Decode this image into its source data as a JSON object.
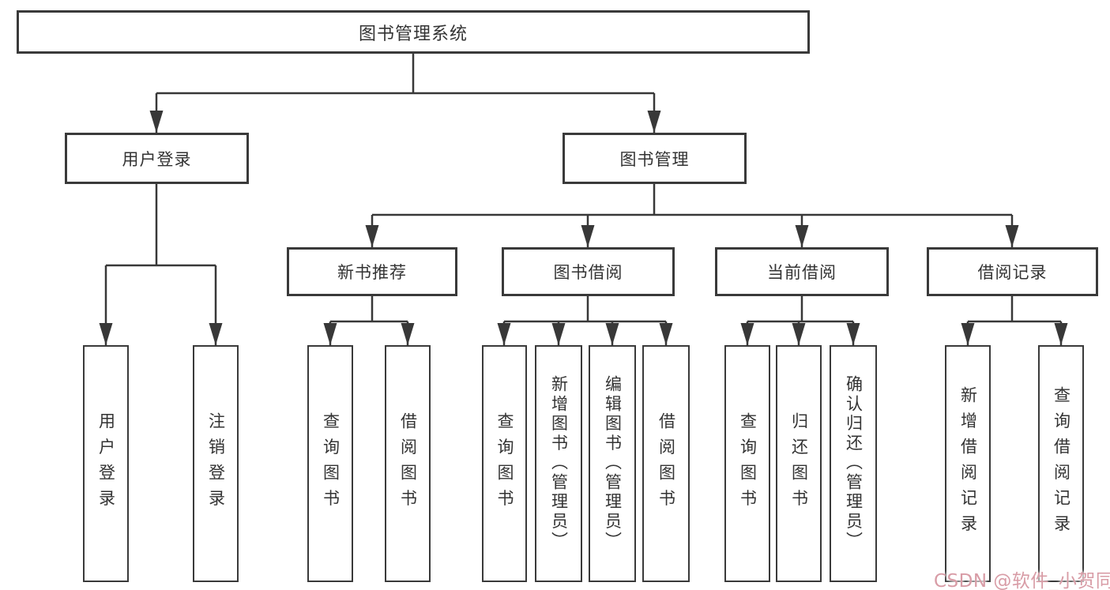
{
  "colors": {
    "background": "#ffffff",
    "line": "#383838",
    "box_border": "#3a3a3a",
    "text": "#333333",
    "watermark": "#d89ca6"
  },
  "diagram": {
    "type": "hierarchy-tree",
    "root": {
      "label": "图书管理系统",
      "children": [
        {
          "label": "用户登录",
          "children": [
            {
              "label": "用户登录"
            },
            {
              "label": "注销登录"
            }
          ]
        },
        {
          "label": "图书管理",
          "children": [
            {
              "label": "新书推荐",
              "children": [
                {
                  "label": "查询图书"
                },
                {
                  "label": "借阅图书"
                }
              ]
            },
            {
              "label": "图书借阅",
              "children": [
                {
                  "label": "查询图书"
                },
                {
                  "label": "新增图书（管理员）"
                },
                {
                  "label": "编辑图书（管理员）"
                },
                {
                  "label": "借阅图书"
                }
              ]
            },
            {
              "label": "当前借阅",
              "children": [
                {
                  "label": "查询图书"
                },
                {
                  "label": "归还图书"
                },
                {
                  "label": "确认归还（管理员）"
                }
              ]
            },
            {
              "label": "借阅记录",
              "children": [
                {
                  "label": "新增借阅记录"
                },
                {
                  "label": "查询借阅记录"
                }
              ]
            }
          ]
        }
      ]
    }
  },
  "watermark": {
    "text": "CSDN @软件_小贺同学"
  }
}
